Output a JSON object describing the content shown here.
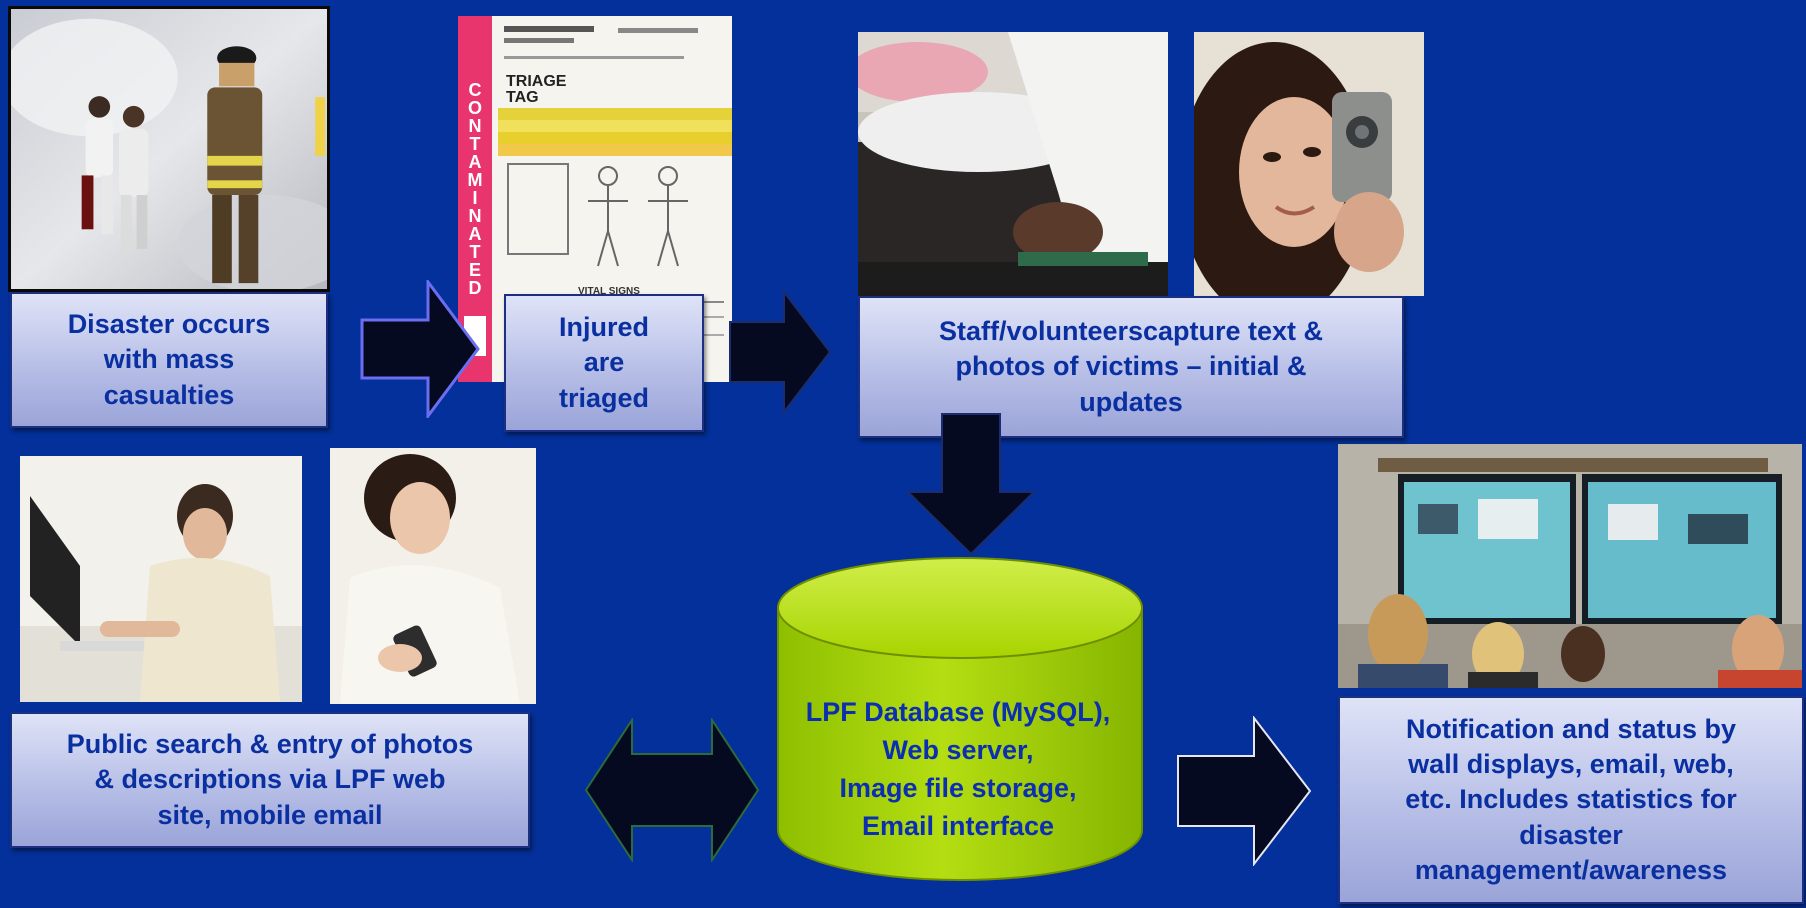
{
  "steps": {
    "disaster": "Disaster occurs\nwith mass\ncasualties",
    "triage": "Injured\nare\ntriaged",
    "capture": "Staff/volunteerscapture text &\nphotos of victims – initial &\nupdates",
    "public": "Public search & entry of photos\n& descriptions via LPF web\nsite, mobile email",
    "notify": "Notification and status by\nwall displays, email, web,\netc.  Includes statistics for\ndisaster\nmanagement/awareness"
  },
  "database": "LPF Database (MySQL),\nWeb server,\nImage file storage,\nEmail interface",
  "triage_tag": {
    "side_text": "CONTAMINATED",
    "title": "TRIAGE\nTAG",
    "section": "VITAL SIGNS"
  },
  "colors": {
    "background": "#03309a",
    "label_text": "#0a2fa0",
    "cylinder": "#a8d400",
    "arrow": "#040a1e",
    "tag_stripe": "#e8356d"
  }
}
